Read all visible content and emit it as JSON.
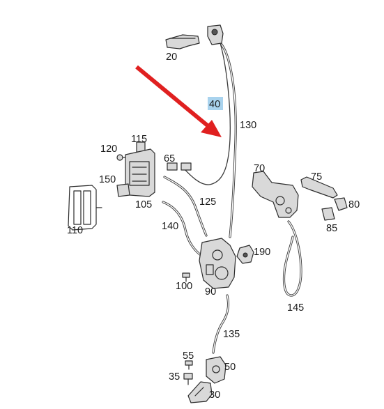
{
  "diagram": {
    "labels": {
      "p20": "20",
      "p40": "40",
      "p130": "130",
      "p115": "115",
      "p120": "120",
      "p65": "65",
      "p70": "70",
      "p75": "75",
      "p80": "80",
      "p85": "85",
      "p150": "150",
      "p105": "105",
      "p125": "125",
      "p110": "110",
      "p140": "140",
      "p190": "190",
      "p100": "100",
      "p90": "90",
      "p145": "145",
      "p135": "135",
      "p55": "55",
      "p50": "50",
      "p35": "35",
      "p30": "30"
    },
    "colors": {
      "arrow": "#e02020",
      "highlight": "#a9d3ee",
      "line": "#2b2b2b"
    }
  }
}
